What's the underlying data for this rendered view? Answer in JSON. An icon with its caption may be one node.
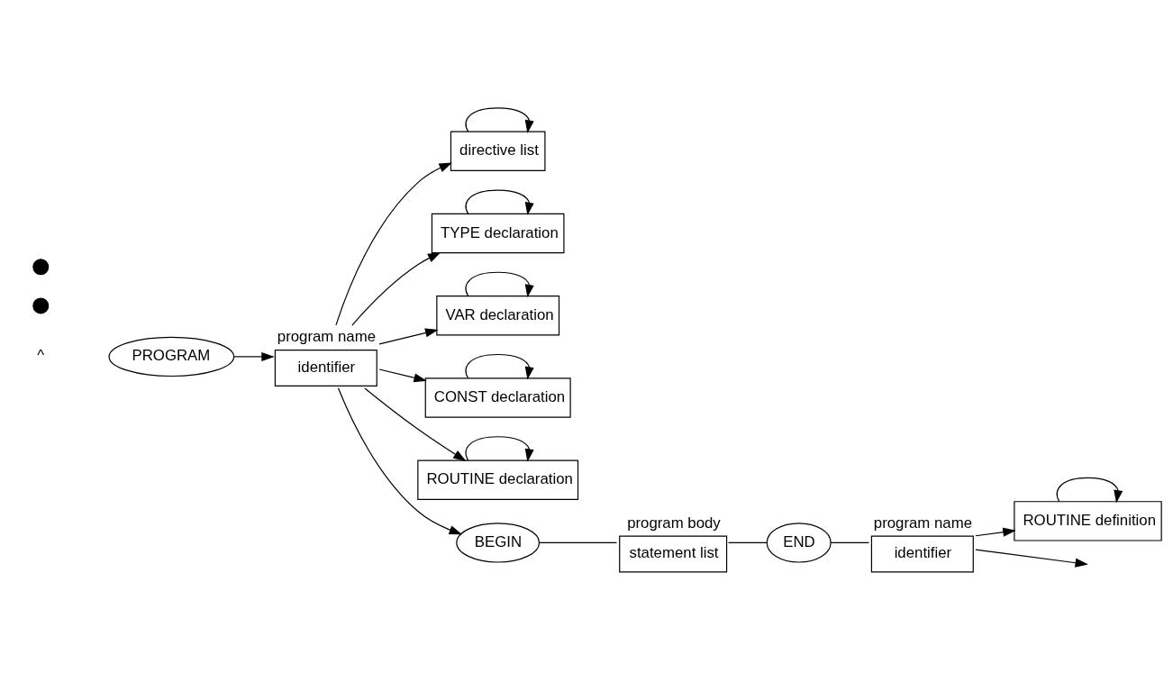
{
  "diagram": {
    "nodes": [
      {
        "text": [
          "PROGRAM"
        ]
      },
      {
        "text": [
          "identifier"
        ],
        "beside": [
          "program name"
        ]
      },
      {
        "text": [],
        "shape": "circle"
      },
      {
        "text": [
          "directive list"
        ]
      },
      {
        "text": [
          "TYPE declaration"
        ]
      },
      {
        "text": [
          "VAR declaration"
        ]
      },
      {
        "text": [
          "CONST declaration"
        ]
      },
      {
        "text": [
          "ROUTINE declaration"
        ]
      },
      {
        "text": [
          "BEGIN"
        ]
      },
      {
        "text": [
          "statement list"
        ],
        "beside": [
          "program body"
        ]
      },
      {
        "text": [
          "END"
        ]
      },
      {
        "text": [
          "identifier"
        ],
        "beside": [
          "program name"
        ]
      },
      {
        "text": [],
        "shape": "circle"
      },
      {
        "text": [
          "ROUTINE definition"
        ]
      }
    ],
    "edges": [
      {
        "from": 0,
        "to": 1,
        "arrow": "to"
      },
      {
        "from": 1,
        "to": 3,
        "arrow": "to"
      },
      {
        "from": 3,
        "to": 3,
        "arrow": "to"
      },
      {
        "from": 1,
        "to": 4,
        "arrow": "to"
      },
      {
        "from": 1,
        "to": 5,
        "arrow": "to"
      },
      {
        "from": 1,
        "to": 6,
        "arrow": "to"
      },
      {
        "from": 1,
        "to": 7,
        "arrow": "to"
      },
      {
        "from": 1,
        "to": 8,
        "arrow": "to"
      },
      {
        "from": 4,
        "to": 4,
        "arrow": "to"
      },
      {
        "from": 5,
        "to": 5,
        "arrow": "to"
      },
      {
        "from": 6,
        "to": 6,
        "arrow": "to"
      },
      {
        "from": 7,
        "to": 7,
        "arrow": "to"
      },
      {
        "from": 8,
        "to": 9,
        "arrow": "none"
      },
      {
        "from": 9,
        "to": 10,
        "arrow": "none"
      },
      {
        "from": 10,
        "to": 11,
        "arrow": "none"
      },
      {
        "from": 11,
        "to": 13,
        "arrow": "to"
      },
      {
        "from": 13,
        "to": 13,
        "arrow": "to"
      },
      {
        "from": 11,
        "to": null,
        "arrow": "to"
      }
    ],
    "labels": [
      "^"
    ]
  }
}
